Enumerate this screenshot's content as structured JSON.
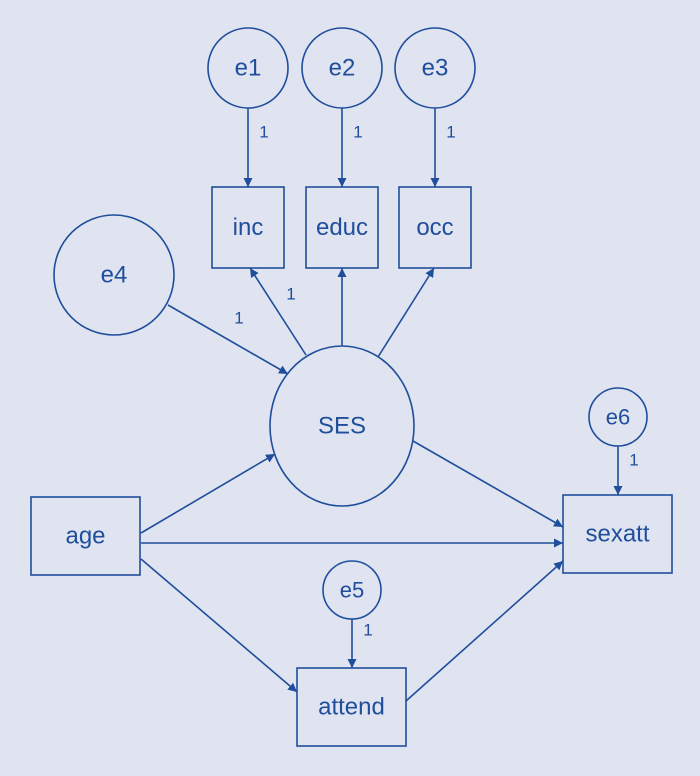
{
  "diagram": {
    "type": "structural-equation-model",
    "colors": {
      "background": "#e0e3f0",
      "stroke": "#1f4e9c"
    },
    "nodes": [
      {
        "id": "e1",
        "label": "e1",
        "kind": "error"
      },
      {
        "id": "e2",
        "label": "e2",
        "kind": "error"
      },
      {
        "id": "e3",
        "label": "e3",
        "kind": "error"
      },
      {
        "id": "inc",
        "label": "inc",
        "kind": "observed"
      },
      {
        "id": "educ",
        "label": "educ",
        "kind": "observed"
      },
      {
        "id": "occ",
        "label": "occ",
        "kind": "observed"
      },
      {
        "id": "e4",
        "label": "e4",
        "kind": "error"
      },
      {
        "id": "SES",
        "label": "SES",
        "kind": "latent"
      },
      {
        "id": "e6",
        "label": "e6",
        "kind": "error"
      },
      {
        "id": "age",
        "label": "age",
        "kind": "observed"
      },
      {
        "id": "sexatt",
        "label": "sexatt",
        "kind": "observed"
      },
      {
        "id": "e5",
        "label": "e5",
        "kind": "error"
      },
      {
        "id": "attend",
        "label": "attend",
        "kind": "observed"
      }
    ],
    "edges": [
      {
        "from": "e1",
        "to": "inc",
        "weight": "1"
      },
      {
        "from": "e2",
        "to": "educ",
        "weight": "1"
      },
      {
        "from": "e3",
        "to": "occ",
        "weight": "1"
      },
      {
        "from": "SES",
        "to": "inc",
        "weight": "1"
      },
      {
        "from": "SES",
        "to": "educ",
        "weight": ""
      },
      {
        "from": "SES",
        "to": "occ",
        "weight": ""
      },
      {
        "from": "e4",
        "to": "SES",
        "weight": "1"
      },
      {
        "from": "age",
        "to": "SES",
        "weight": ""
      },
      {
        "from": "age",
        "to": "sexatt",
        "weight": ""
      },
      {
        "from": "age",
        "to": "attend",
        "weight": ""
      },
      {
        "from": "SES",
        "to": "sexatt",
        "weight": ""
      },
      {
        "from": "e6",
        "to": "sexatt",
        "weight": "1"
      },
      {
        "from": "e5",
        "to": "attend",
        "weight": "1"
      },
      {
        "from": "attend",
        "to": "sexatt",
        "weight": ""
      }
    ]
  }
}
